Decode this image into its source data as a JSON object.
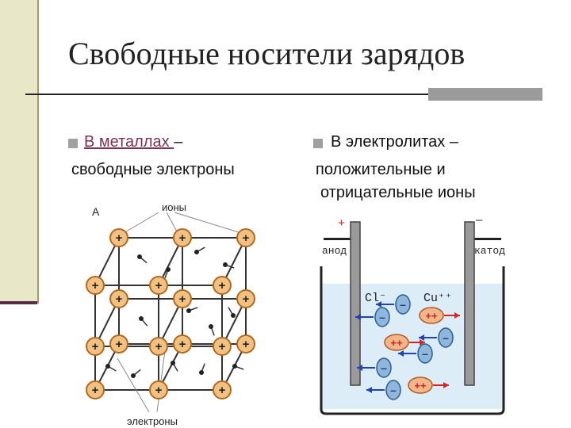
{
  "slide": {
    "title": "Свободные носители зарядов"
  },
  "left_column": {
    "bullet_link": "В металлах ",
    "bullet_rest": "–",
    "line2": "свободные электроны"
  },
  "right_column": {
    "line1": "В электролитах –",
    "line2": "положительные и",
    "line3": "отрицательные ионы"
  },
  "metal_diagram": {
    "corner_label": "А",
    "ions_label": "ионы",
    "electrons_label": "электроны",
    "ion_symbol": "+"
  },
  "electrolyte_diagram": {
    "plus_sign": "+",
    "minus_sign": "–",
    "anode_label": "анод",
    "cathode_label": "катод",
    "chloride_label": "Cl⁻",
    "copper_label": "Cu⁺⁺",
    "anion_symbol": "–",
    "cation_symbol": "++"
  },
  "colors": {
    "ion_fill": "#f2c080",
    "ion_stroke": "#b06a20",
    "electrolyte": "#dcedf8",
    "anion_fill": "#8fb6dc",
    "cation_fill": "#f2b68a",
    "arrow_red": "#dd2222",
    "arrow_blue": "#2244aa",
    "accent_link": "#7a3355"
  }
}
